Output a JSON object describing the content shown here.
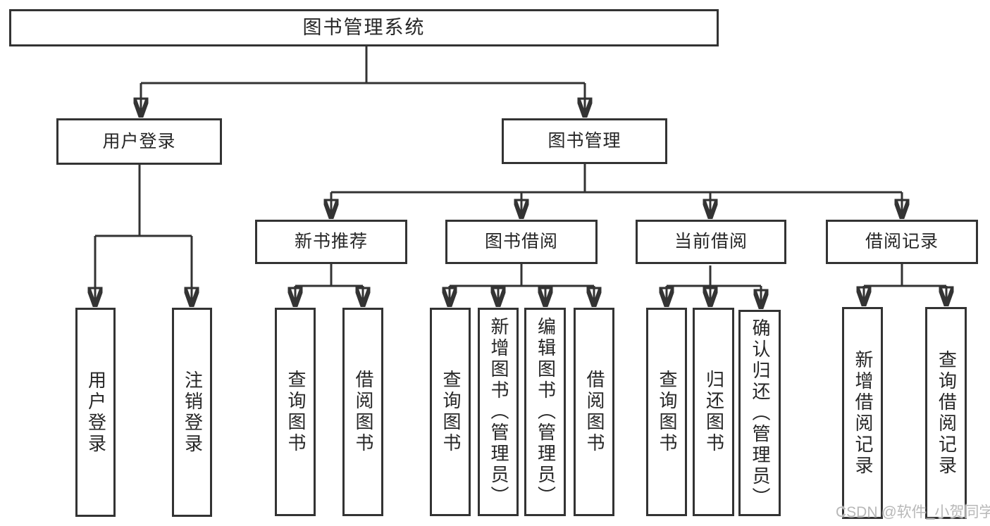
{
  "watermark": "CSDN @软件_小贺同学",
  "colors": {
    "line": "#333333",
    "text": "#262626",
    "background": "#ffffff",
    "watermark": "#b8b8b8"
  },
  "tree": {
    "label": "图书管理系统",
    "children": [
      {
        "label": "用户登录",
        "children": [
          {
            "label": "用户登录"
          },
          {
            "label": "注销登录"
          }
        ]
      },
      {
        "label": "图书管理",
        "children": [
          {
            "label": "新书推荐",
            "children": [
              {
                "label": "查询图书"
              },
              {
                "label": "借阅图书"
              }
            ]
          },
          {
            "label": "图书借阅",
            "children": [
              {
                "label": "查询图书"
              },
              {
                "label": "新增图书（管理员）"
              },
              {
                "label": "编辑图书（管理员）"
              },
              {
                "label": "借阅图书"
              }
            ]
          },
          {
            "label": "当前借阅",
            "children": [
              {
                "label": "查询图书"
              },
              {
                "label": "归还图书"
              },
              {
                "label": "确认归还（管理员）"
              }
            ]
          },
          {
            "label": "借阅记录",
            "children": [
              {
                "label": "新增借阅记录"
              },
              {
                "label": "查询借阅记录"
              }
            ]
          }
        ]
      }
    ]
  }
}
